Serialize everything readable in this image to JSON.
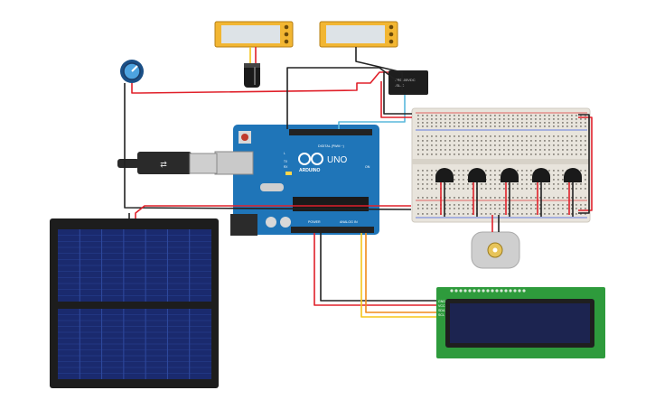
{
  "arduino": {
    "logo_text": "ARDUINO",
    "model": "UNO",
    "digital_header": "DIGITAL (PWM ~)",
    "power_header": "POWER",
    "analog_header": "ANALOG IN",
    "on_label": "ON",
    "tx_label": "TX",
    "rx_label": "RX",
    "l_label": "L"
  },
  "lcd": {
    "pin_labels": [
      "GND",
      "VCC",
      "SDA",
      "SCL"
    ]
  },
  "relay": {
    "text_lines": [
      "SRD-05VDC",
      "-SL-C"
    ]
  },
  "colors": {
    "red_wire": "#e0202a",
    "black_wire": "#222222",
    "yellow_wire": "#f5c518",
    "orange_wire": "#f08a1a",
    "cyan_wire": "#5ab8dc",
    "arduino_board": "#1f75b8",
    "lcd_board": "#2e9b3c",
    "lcd_screen": "#1c2450",
    "solar_frame": "#1d1d1d",
    "solar_cell": "#1a2a6e",
    "meter_body": "#f2b632",
    "breadboard": "#e8e4dc"
  },
  "icons": {
    "pot": "potentiometer-icon",
    "motor": "dc-motor-icon",
    "usb": "usb-plug-icon"
  }
}
